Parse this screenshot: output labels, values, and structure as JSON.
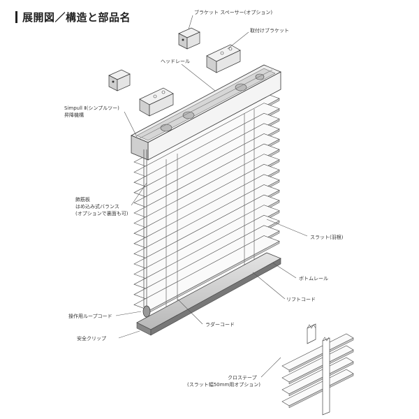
{
  "title": "展開図／構造と部品名",
  "labels": {
    "bracket_spacer": "ブラケット スペーサー(オプション)",
    "mount_bracket": "取付けブラケット",
    "head_rail": "ヘッドレール",
    "mechanism_name": "Simpull Ⅱ(シンプルツー)",
    "mechanism_desc": "昇降機構",
    "valance_name": "飾筋板",
    "valance_desc": "はめ込み式バランス",
    "valance_note": "(オプションで裏面も可)",
    "slat": "スラット(羽根)",
    "bottom_rail": "ボトムレール",
    "lift_cord": "リフトコード",
    "loop_cord": "操作用ループコード",
    "ladder_cord": "ラダーコード",
    "safety_clip": "安全クリップ",
    "cloth_tape": "クロステープ",
    "cloth_tape_note": "(スラット幅50mm用オプション)"
  }
}
